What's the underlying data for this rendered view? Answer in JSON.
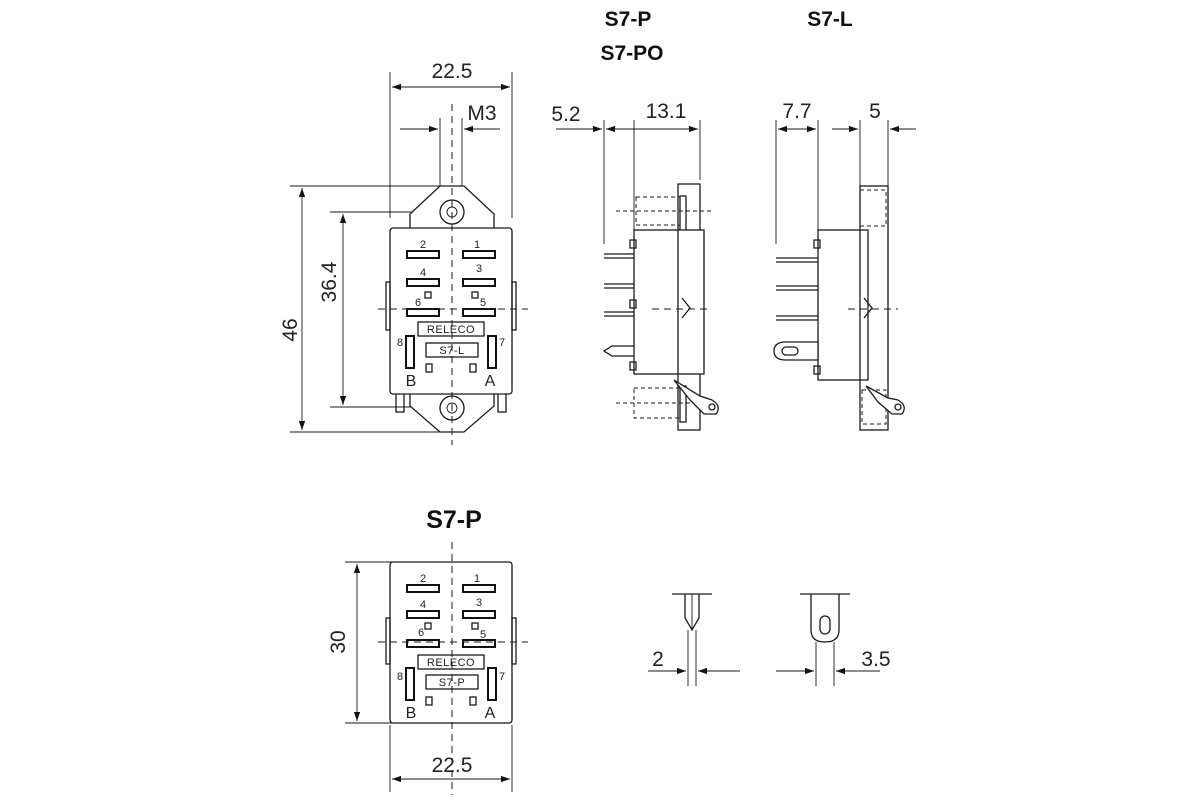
{
  "titles": {
    "side_view_left_line1": "S7-P",
    "side_view_left_line2": "S7-PO",
    "side_view_right": "S7-L",
    "bottom_view": "S7-P"
  },
  "dimensions": {
    "top_width": "22.5",
    "screw": "M3",
    "total_height": "46",
    "mount_spacing": "36.4",
    "side_left_a": "5.2",
    "side_left_b": "13.1",
    "side_right_a": "7.7",
    "side_right_b": "5",
    "bottom_height": "30",
    "bottom_width": "22.5",
    "pin_flat": "2",
    "pin_eyelet": "3.5"
  },
  "socket_top": {
    "pins": [
      "1",
      "2",
      "3",
      "4",
      "5",
      "6",
      "7",
      "8"
    ],
    "brand": "RELECO",
    "model": "S7-L",
    "corner_left": "B",
    "corner_right": "A"
  },
  "socket_bottom": {
    "pins": [
      "1",
      "2",
      "3",
      "4",
      "5",
      "6",
      "7",
      "8"
    ],
    "brand": "RELECO",
    "model": "S7-P",
    "corner_left": "B",
    "corner_right": "A"
  }
}
